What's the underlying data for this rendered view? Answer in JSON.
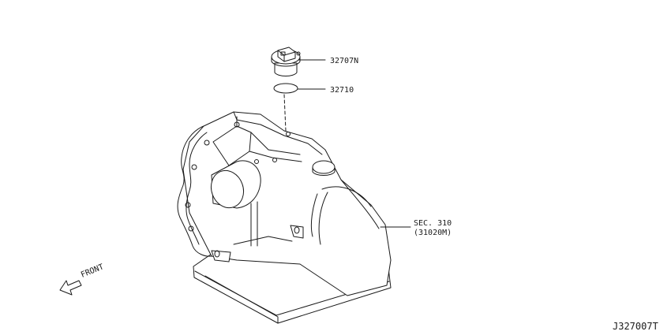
{
  "labels": {
    "part_sensor": "32707N",
    "part_oring": "32710",
    "section_ref": "SEC. 310",
    "section_sub": "(31020M)",
    "front": "FRONT",
    "diagram_code": "J327007T"
  }
}
